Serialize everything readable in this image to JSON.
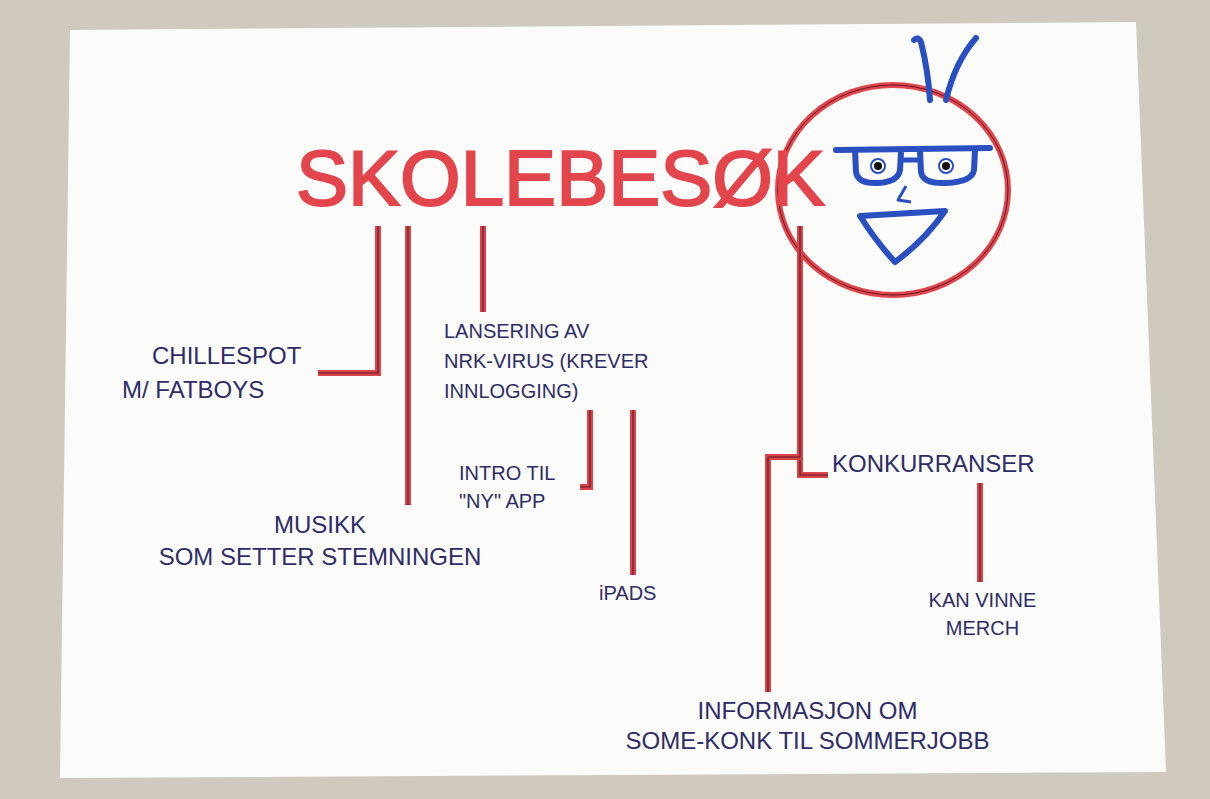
{
  "diagram": {
    "nodes": [
      {
        "text": [
          "SKOLEBESØK"
        ]
      },
      {
        "text": [
          "CHILLESPOT M/ FATBOYS"
        ]
      },
      {
        "text": [
          "LANSERING AV NRK-VIRUS (KREVER INNLOGGING)"
        ]
      },
      {
        "text": [
          "MUSIKK SOM SETTER STEMNINGEN"
        ]
      },
      {
        "text": [
          "INTRO TIL \"NY\" APP"
        ]
      },
      {
        "text": [
          "iPADS"
        ]
      },
      {
        "text": [
          "KONKURRANSER"
        ]
      },
      {
        "text": [
          "KAN VINNE MERCH"
        ]
      },
      {
        "text": [
          "INFORMASJON OM SOME-KONK TIL SOMMERJOBB"
        ]
      }
    ],
    "edges": [
      {
        "from": 0,
        "to": 1,
        "arrow": "none"
      },
      {
        "from": 0,
        "to": 3,
        "arrow": "none"
      },
      {
        "from": 0,
        "to": 2,
        "arrow": "none"
      },
      {
        "from": 2,
        "to": 4,
        "arrow": "none"
      },
      {
        "from": 2,
        "to": 5,
        "arrow": "none"
      },
      {
        "from": 0,
        "to": 6,
        "arrow": "none"
      },
      {
        "from": 0,
        "to": 8,
        "arrow": "none"
      },
      {
        "from": 6,
        "to": 7,
        "arrow": "none"
      }
    ]
  }
}
